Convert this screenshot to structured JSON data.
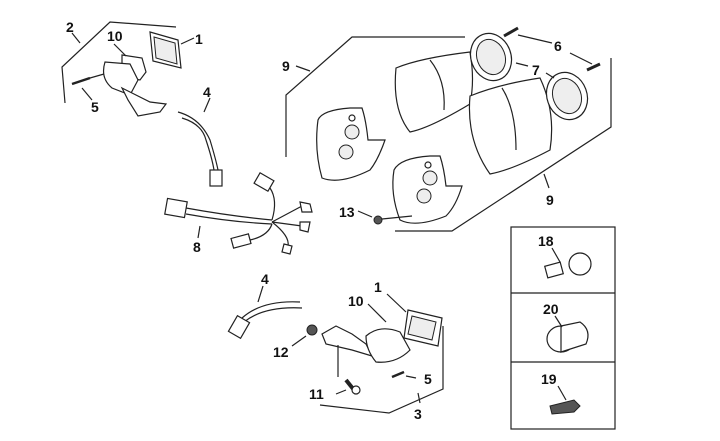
{
  "diagram": {
    "title": "Turn signal / indicator assembly exploded view",
    "callouts": [
      {
        "id": "c1a",
        "text": "1"
      },
      {
        "id": "c2",
        "text": "2"
      },
      {
        "id": "c10a",
        "text": "10"
      },
      {
        "id": "c5a",
        "text": "5"
      },
      {
        "id": "c4a",
        "text": "4"
      },
      {
        "id": "c8",
        "text": "8"
      },
      {
        "id": "c9a",
        "text": "9"
      },
      {
        "id": "c6",
        "text": "6"
      },
      {
        "id": "c7",
        "text": "7"
      },
      {
        "id": "c9b",
        "text": "9"
      },
      {
        "id": "c13",
        "text": "13"
      },
      {
        "id": "c4b",
        "text": "4"
      },
      {
        "id": "c1b",
        "text": "1"
      },
      {
        "id": "c10b",
        "text": "10"
      },
      {
        "id": "c12",
        "text": "12"
      },
      {
        "id": "c5b",
        "text": "5"
      },
      {
        "id": "c11",
        "text": "11"
      },
      {
        "id": "c3",
        "text": "3"
      }
    ],
    "bulb_panel": [
      {
        "label": "18",
        "part": "bayonet bulb"
      },
      {
        "label": "20",
        "part": "festoon bulb"
      },
      {
        "label": "19",
        "part": "wedge bulb"
      }
    ]
  }
}
